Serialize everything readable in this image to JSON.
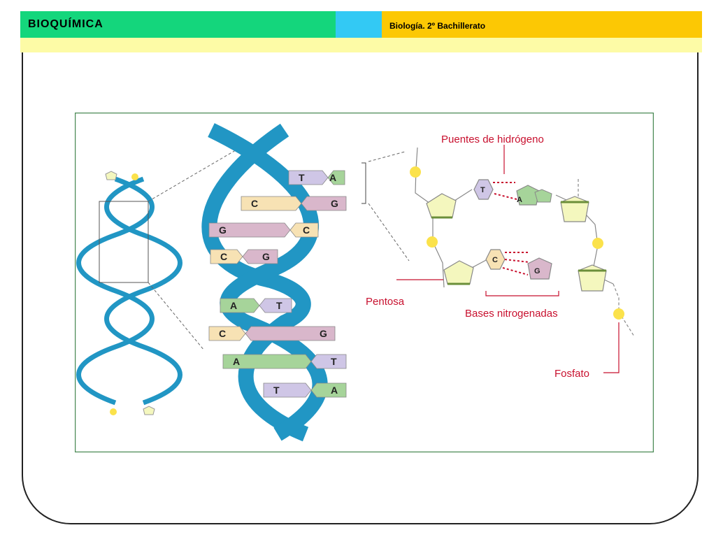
{
  "header": {
    "title": "BIOQUÍMICA",
    "subtitle": "Biología. 2º Bachillerato",
    "colors": {
      "green": "#14d67c",
      "cyan": "#33c9f4",
      "gold": "#fcc804",
      "band": "#fdfba6"
    }
  },
  "diagram": {
    "base_pairs": [
      {
        "left": "T",
        "right": "A"
      },
      {
        "left": "C",
        "right": "G"
      },
      {
        "left": "G",
        "right": "C"
      },
      {
        "left": "C",
        "right": "G"
      },
      {
        "left": "A",
        "right": "T"
      },
      {
        "left": "C",
        "right": "G"
      },
      {
        "left": "A",
        "right": "T"
      },
      {
        "left": "T",
        "right": "A"
      }
    ],
    "labels": {
      "hydrogen_bonds": "Puentes de hidrógeno",
      "pentose": "Pentosa",
      "nitrogen_bases": "Bases nitrogenadas",
      "phosphate": "Fosfato"
    },
    "detail_bases": {
      "top_left": "T",
      "top_right": "A",
      "bottom_left": "C",
      "bottom_right": "G"
    },
    "colors": {
      "helix": "#2196c4",
      "pentose": "#f4f7be",
      "phosphate": "#fbe24b",
      "label": "#c8102e",
      "base_A": "#a6d49a",
      "base_T": "#cfc6e6",
      "base_C": "#f7e2b4",
      "base_G": "#d9b7cb"
    }
  }
}
